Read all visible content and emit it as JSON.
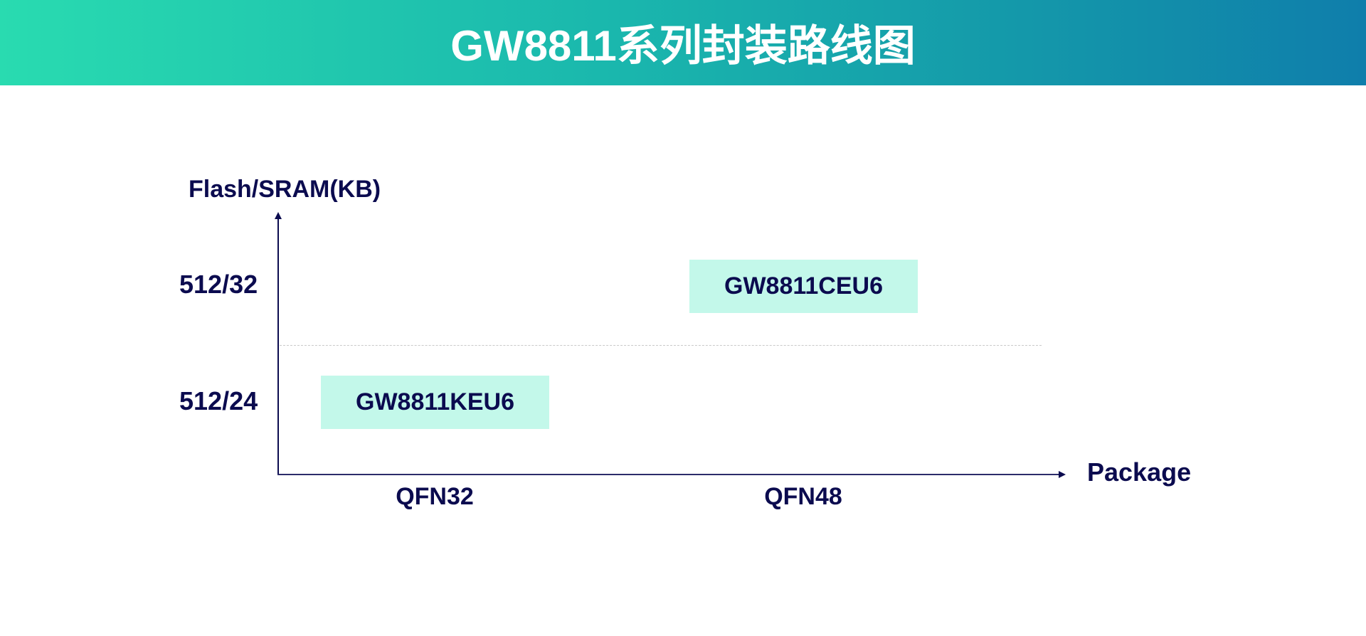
{
  "header": {
    "title": "GW8811系列封装路线图",
    "gradient_start": "#29dbb0",
    "gradient_end": "#0f7eab"
  },
  "chart_data": {
    "type": "table",
    "title": "GW8811系列封装路线图",
    "ylabel": "Flash/SRAM(KB)",
    "xlabel": "Package",
    "x_categories": [
      "QFN32",
      "QFN48"
    ],
    "y_categories": [
      "512/24",
      "512/32"
    ],
    "items": [
      {
        "name": "GW8811KEU6",
        "package": "QFN32",
        "memory": "512/24"
      },
      {
        "name": "GW8811CEU6",
        "package": "QFN48",
        "memory": "512/32"
      }
    ],
    "grid": "dashed divider between 512/24 and 512/32 rows",
    "chip_color": "#c3f8ea",
    "text_color": "#0b0b4f"
  },
  "axes": {
    "y_title": "Flash/SRAM(KB)",
    "x_title": "Package",
    "y_ticks": [
      "512/32",
      "512/24"
    ],
    "x_ticks": [
      "QFN32",
      "QFN48"
    ]
  },
  "chips": [
    {
      "label": "GW8811KEU6"
    },
    {
      "label": "GW8811CEU6"
    }
  ]
}
